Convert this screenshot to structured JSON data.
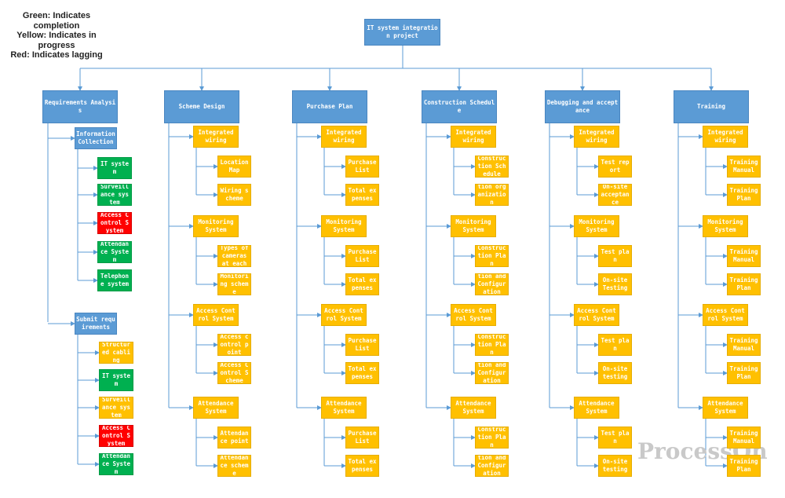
{
  "legend": {
    "lines": [
      "Green: Indicates completion",
      "Yellow: Indicates in progress",
      "Red: Indicates lagging"
    ]
  },
  "colors": {
    "blue": "#5b9bd5",
    "yellow": "#ffc000",
    "green": "#00b050",
    "red": "#ff0000",
    "connector": "#5b9bd5"
  },
  "root": "IT system integration project",
  "columns": [
    {
      "title": "Requirements Analysis",
      "groups": [
        {
          "label": "Information Collection",
          "color": "blue",
          "items": [
            {
              "label": "IT system",
              "color": "green"
            },
            {
              "label": "Surveillance system",
              "color": "green"
            },
            {
              "label": "Access Control System",
              "color": "red"
            },
            {
              "label": "Attendance System",
              "color": "green"
            },
            {
              "label": "Telephone system",
              "color": "green"
            }
          ]
        },
        {
          "label": "Submit requirements",
          "color": "blue",
          "items": [
            {
              "label": "Structured cabling",
              "color": "yellow"
            },
            {
              "label": "IT system",
              "color": "green"
            },
            {
              "label": "Surveillance system",
              "color": "yellow"
            },
            {
              "label": "Access Control System",
              "color": "red"
            },
            {
              "label": "Attendance System",
              "color": "green"
            }
          ]
        }
      ]
    },
    {
      "title": "Scheme Design",
      "groups": [
        {
          "label": "Integrated wiring",
          "color": "yellow",
          "items": [
            {
              "label": "Location Map",
              "color": "yellow"
            },
            {
              "label": "Wiring scheme",
              "color": "yellow"
            }
          ]
        },
        {
          "label": "Monitoring System",
          "color": "yellow",
          "items": [
            {
              "label": "Types of cameras at each",
              "color": "yellow"
            },
            {
              "label": "Monitoring scheme",
              "color": "yellow"
            }
          ]
        },
        {
          "label": "Access Control System",
          "color": "yellow",
          "items": [
            {
              "label": "Access control point",
              "color": "yellow"
            },
            {
              "label": "Access Control Scheme",
              "color": "yellow"
            }
          ]
        },
        {
          "label": "Attendance System",
          "color": "yellow",
          "items": [
            {
              "label": "Attendance point",
              "color": "yellow"
            },
            {
              "label": "Attendance scheme",
              "color": "yellow"
            }
          ]
        }
      ]
    },
    {
      "title": "Purchase Plan",
      "groups": [
        {
          "label": "Integrated wiring",
          "color": "yellow",
          "items": [
            {
              "label": "Purchase List",
              "color": "yellow"
            },
            {
              "label": "Total expenses",
              "color": "yellow"
            }
          ]
        },
        {
          "label": "Monitoring System",
          "color": "yellow",
          "items": [
            {
              "label": "Purchase List",
              "color": "yellow"
            },
            {
              "label": "Total expenses",
              "color": "yellow"
            }
          ]
        },
        {
          "label": "Access Control System",
          "color": "yellow",
          "items": [
            {
              "label": "Purchase List",
              "color": "yellow"
            },
            {
              "label": "Total expenses",
              "color": "yellow"
            }
          ]
        },
        {
          "label": "Attendance System",
          "color": "yellow",
          "items": [
            {
              "label": "Purchase List",
              "color": "yellow"
            },
            {
              "label": "Total expenses",
              "color": "yellow"
            }
          ]
        }
      ]
    },
    {
      "title": "Construction Schedule",
      "groups": [
        {
          "label": "Integrated wiring",
          "color": "yellow",
          "items": [
            {
              "label": "Construction Schedule",
              "color": "yellow"
            },
            {
              "label": "tion organization",
              "color": "yellow"
            }
          ]
        },
        {
          "label": "Monitoring System",
          "color": "yellow",
          "items": [
            {
              "label": "Construction Plan",
              "color": "yellow"
            },
            {
              "label": "tion and Configuration",
              "color": "yellow"
            }
          ]
        },
        {
          "label": "Access Control System",
          "color": "yellow",
          "items": [
            {
              "label": "Construction Plan",
              "color": "yellow"
            },
            {
              "label": "tion and Configuration",
              "color": "yellow"
            }
          ]
        },
        {
          "label": "Attendance System",
          "color": "yellow",
          "items": [
            {
              "label": "Construction Plan",
              "color": "yellow"
            },
            {
              "label": "tion and Configuration",
              "color": "yellow"
            }
          ]
        }
      ]
    },
    {
      "title": "Debugging and acceptance",
      "groups": [
        {
          "label": "Integrated wiring",
          "color": "yellow",
          "items": [
            {
              "label": "Test report",
              "color": "yellow"
            },
            {
              "label": "On-site acceptance",
              "color": "yellow"
            }
          ]
        },
        {
          "label": "Monitoring System",
          "color": "yellow",
          "items": [
            {
              "label": "Test plan",
              "color": "yellow"
            },
            {
              "label": "On-site Testing",
              "color": "yellow"
            }
          ]
        },
        {
          "label": "Access Control System",
          "color": "yellow",
          "items": [
            {
              "label": "Test plan",
              "color": "yellow"
            },
            {
              "label": "On-site testing",
              "color": "yellow"
            }
          ]
        },
        {
          "label": "Attendance System",
          "color": "yellow",
          "items": [
            {
              "label": "Test plan",
              "color": "yellow"
            },
            {
              "label": "On-site testing",
              "color": "yellow"
            }
          ]
        }
      ]
    },
    {
      "title": "Training",
      "groups": [
        {
          "label": "Integrated wiring",
          "color": "yellow",
          "items": [
            {
              "label": "Training Manual",
              "color": "yellow"
            },
            {
              "label": "Training Plan",
              "color": "yellow"
            }
          ]
        },
        {
          "label": "Monitoring System",
          "color": "yellow",
          "items": [
            {
              "label": "Training Manual",
              "color": "yellow"
            },
            {
              "label": "Training Plan",
              "color": "yellow"
            }
          ]
        },
        {
          "label": "Access Control System",
          "color": "yellow",
          "items": [
            {
              "label": "Training Manual",
              "color": "yellow"
            },
            {
              "label": "Training Plan",
              "color": "yellow"
            }
          ]
        },
        {
          "label": "Attendance System",
          "color": "yellow",
          "items": [
            {
              "label": "Training Manual",
              "color": "yellow"
            },
            {
              "label": "Training Plan",
              "color": "yellow"
            }
          ]
        }
      ]
    }
  ],
  "watermark": "ProcessOn"
}
